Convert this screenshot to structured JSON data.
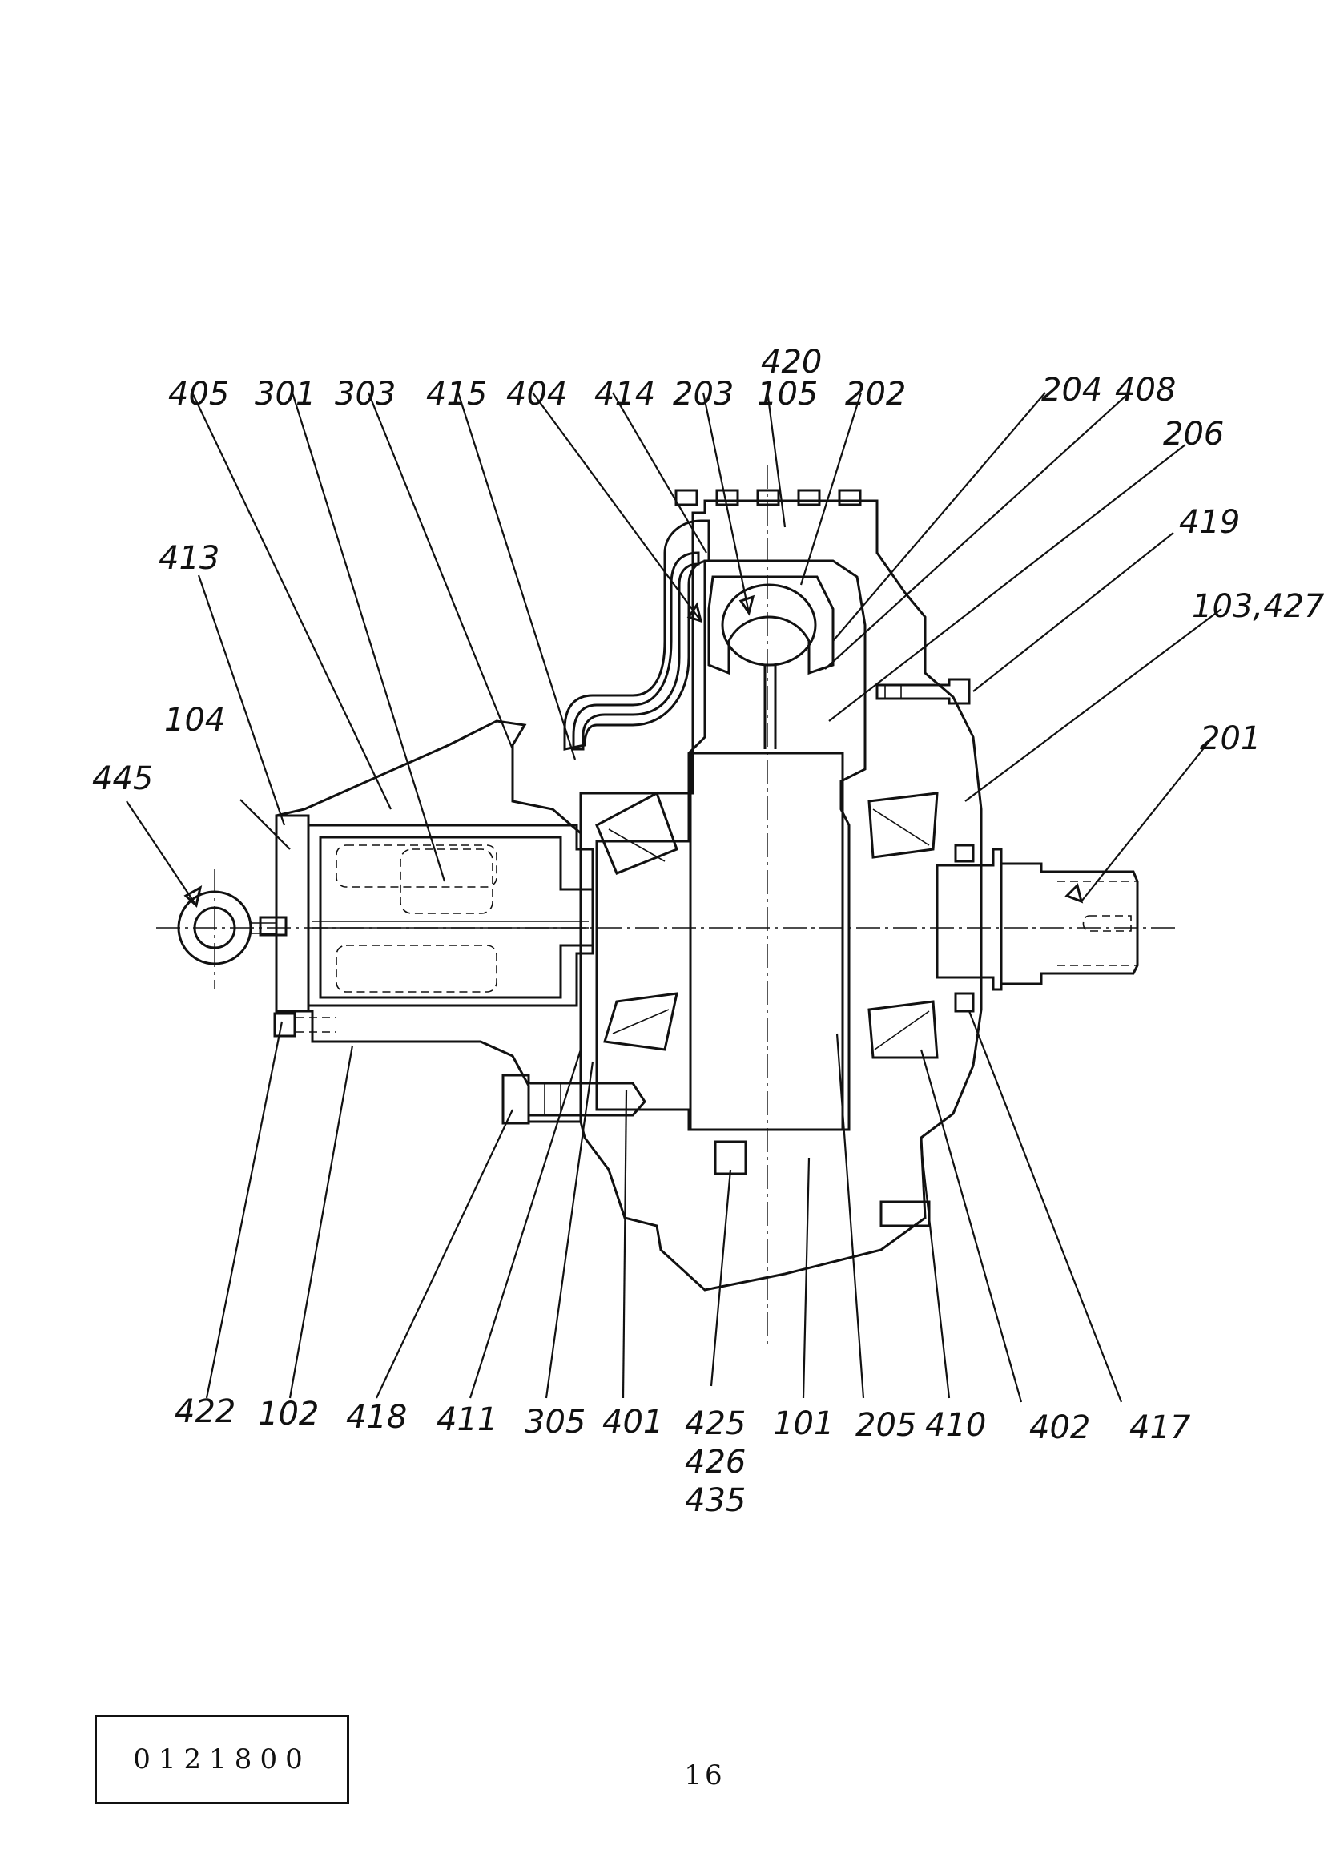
{
  "labels": {
    "l405": "405",
    "l301": "301",
    "l303": "303",
    "l415": "415",
    "l404": "404",
    "l414": "414",
    "l203": "203",
    "l420": "420",
    "l105": "105",
    "l202": "202",
    "l204": "204",
    "l408": "408",
    "l206": "206",
    "l419": "419",
    "l103_427": "103,427",
    "l201": "201",
    "l413": "413",
    "l104": "104",
    "l445": "445",
    "l422": "422",
    "l102": "102",
    "l418": "418",
    "l411": "411",
    "l305": "305",
    "l401": "401",
    "l425": "425",
    "l426": "426",
    "l435": "435",
    "l101": "101",
    "l205": "205",
    "l410": "410",
    "l402": "402",
    "l417": "417"
  },
  "document_number": "0121800",
  "page_number": "16"
}
